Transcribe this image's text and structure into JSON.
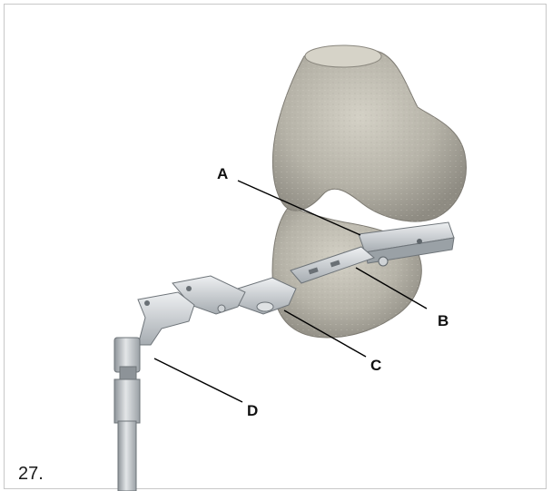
{
  "figure": {
    "number": "27.",
    "callouts": [
      {
        "id": "A",
        "label": "A"
      },
      {
        "id": "B",
        "label": "B"
      },
      {
        "id": "C",
        "label": "C"
      },
      {
        "id": "D",
        "label": "D"
      }
    ]
  },
  "colors": {
    "bone": "#b9b6ab",
    "bone_shadow": "#8f8c83",
    "bone_highlight": "#d9d6cc",
    "metal": "#cfd3d6",
    "metal_dark": "#8f969b",
    "metal_light": "#eceff1",
    "leader": "#000000"
  }
}
